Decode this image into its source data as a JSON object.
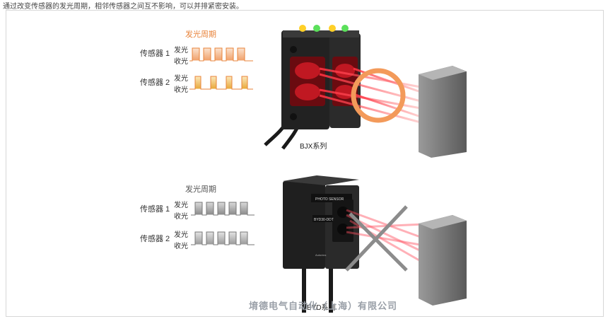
{
  "intro_text": "通过改变传感器的发光周期，相邻传感器之间互不影响，可以并排紧密安装。",
  "top": {
    "timing_title": "发光周期",
    "sensor1_label": "传感器 1",
    "sensor2_label": "传感器 2",
    "emit_label": "发光",
    "recv_label": "收光",
    "caption": "BJX系列",
    "accent_color": "#e8833a"
  },
  "bottom": {
    "timing_title": "发光周期",
    "sensor1_label": "传感器 1",
    "sensor2_label": "传感器 2",
    "emit_label": "发光",
    "recv_label": "收光",
    "caption": "BYD系列",
    "sensor_brand": "PHOTO SENSOR",
    "sensor_model": "BYD30-DDT",
    "sensor_maker": "Autonics"
  },
  "company_name": "堉德电气自动化（上海）有限公司"
}
